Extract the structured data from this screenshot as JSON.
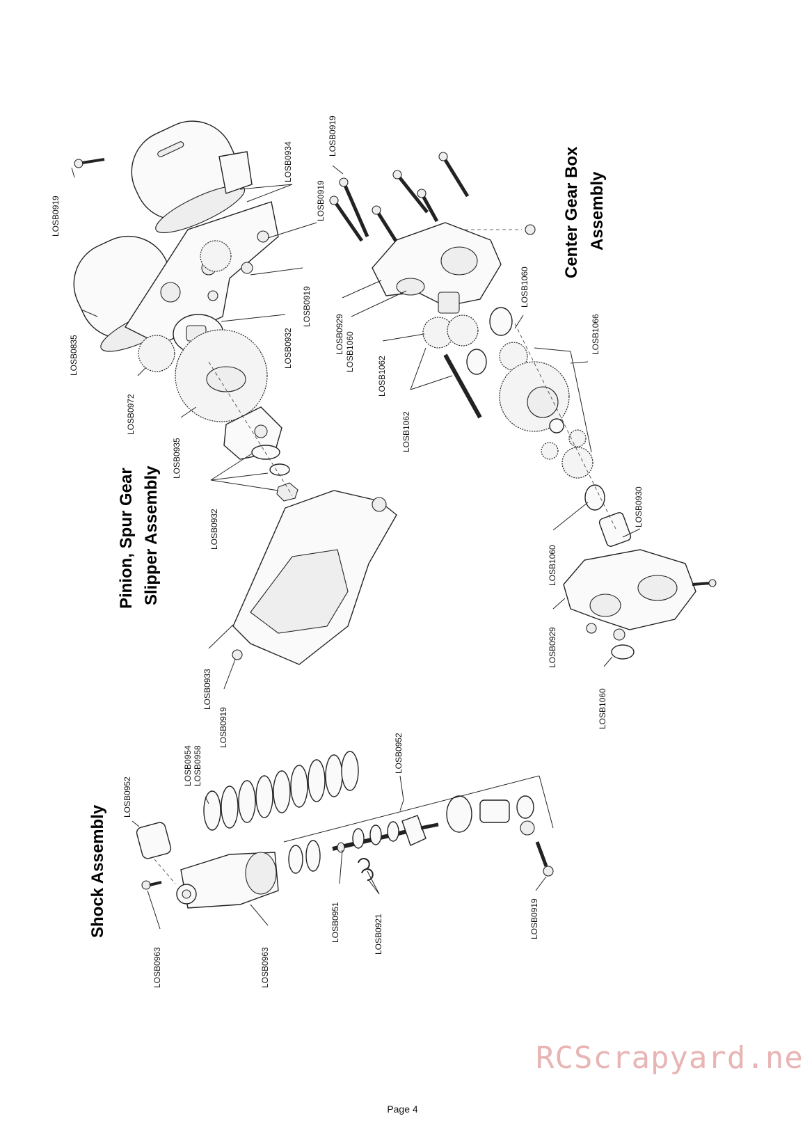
{
  "page": {
    "label": "Page 4"
  },
  "watermark": {
    "text": "RCScrapyard.net"
  },
  "sections": {
    "pinion": {
      "line1": "Pinion, Spur Gear",
      "line2": "Slipper Assembly"
    },
    "center_gear": {
      "line1": "Center Gear Box",
      "line2": "Assembly"
    },
    "shock": {
      "title": "Shock Assembly"
    }
  },
  "labels": {
    "p1": "LOSB0919",
    "p2": "LOSB0934",
    "p3": "LOSB0919",
    "p4": "LOSB0835",
    "p5": "LOSB0919",
    "p6": "LOSB0932",
    "p7": "LOSB0972",
    "p8": "LOSB0935",
    "p9": "LOSB0932",
    "p10": "LOSB0933",
    "p11": "LOSB0919",
    "c1": "LOSB0919",
    "c2": "LOSB0929",
    "c3": "LOSB1060",
    "c4": "LOSB1062",
    "c5": "LOSB1062",
    "c6": "LOSB1060",
    "c7": "LOSB1066",
    "c8": "LOSB1060",
    "c9": "LOSB0930",
    "c10": "LOSB0929",
    "c11": "LOSB1060",
    "s1": "LOSB0954",
    "s2": "LOSB0958",
    "s3": "LOSB0952",
    "s4": "LOSB0952",
    "s5": "LOSB0963",
    "s6": "LOSB0963",
    "s7": "LOSB0951",
    "s8": "LOSB0921",
    "s9": "LOSB0919"
  }
}
